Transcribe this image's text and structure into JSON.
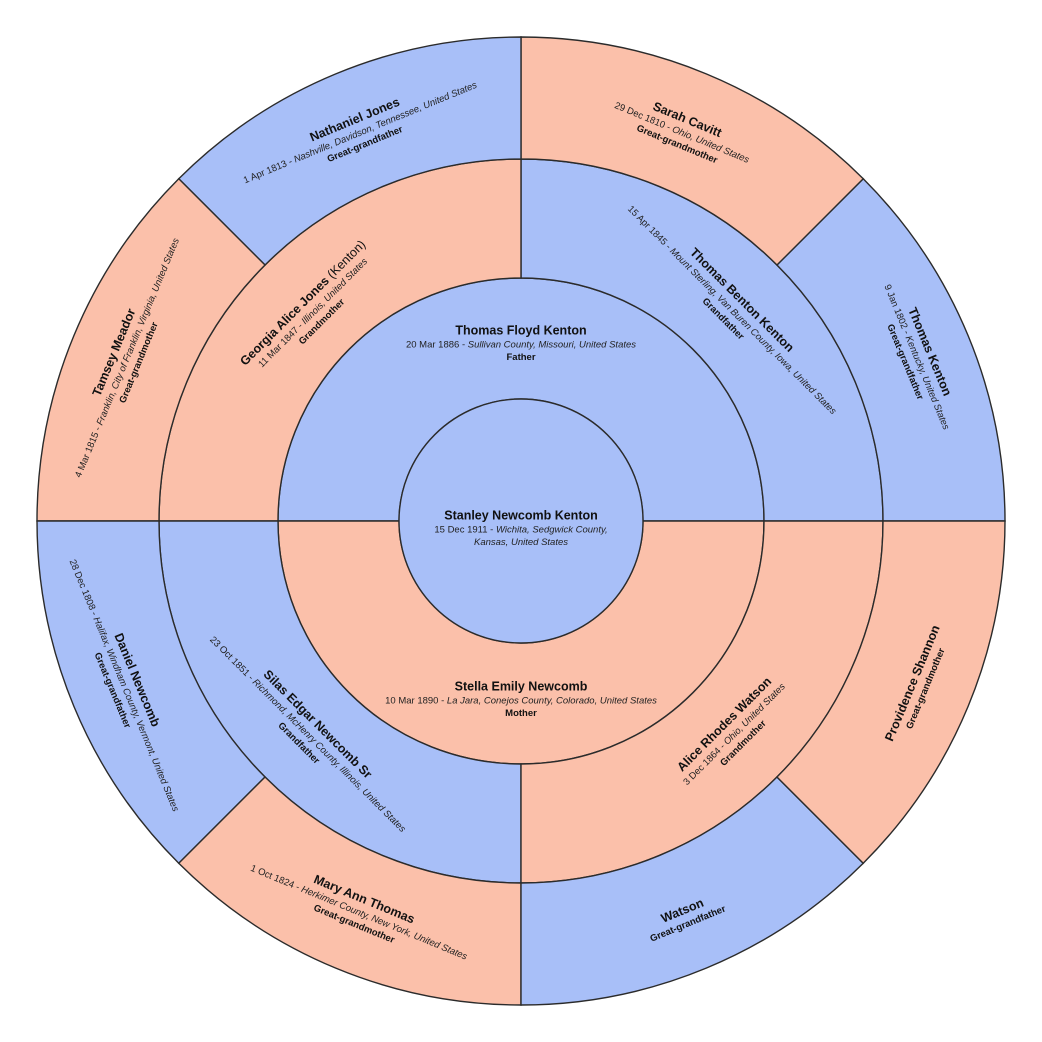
{
  "colors": {
    "male": "#a8bff8",
    "female": "#fbc0aa",
    "stroke": "#2b2b2b"
  },
  "people": [
    {
      "id": "root",
      "sex": "M",
      "name": "Stanley Newcomb Kenton",
      "date": "15 Dec 1911",
      "place": "Wichita, Sedgwick County, Kansas, United States",
      "role": ""
    },
    {
      "id": "father",
      "sex": "M",
      "name": "Thomas Floyd Kenton",
      "date": "20 Mar 1886",
      "place": "Sullivan County, Missouri, United States",
      "role": "Father"
    },
    {
      "id": "mother",
      "sex": "F",
      "name": "Stella Emily Newcomb",
      "date": "10 Mar 1890",
      "place": "La Jara, Conejos County, Colorado, United States",
      "role": "Mother"
    },
    {
      "id": "gf_pat",
      "sex": "M",
      "name": "Thomas Benton Kenton",
      "date": "15 Apr 1845",
      "place": "Mount Sterling, Van Buren County, Iowa, United States",
      "role": "Grandfather"
    },
    {
      "id": "gm_pat",
      "sex": "F",
      "name": "Georgia Alice Jones",
      "married": "(Kenton)",
      "date": "11 Mar 1847",
      "place": "Illinois, United States",
      "role": "Grandmother"
    },
    {
      "id": "gm_mat",
      "sex": "F",
      "name": "Alice Rhodes Watson",
      "date": "3 Dec 1864",
      "place": "Ohio, United States",
      "role": "Grandmother"
    },
    {
      "id": "gf_mat",
      "sex": "M",
      "name": "Silas Edgar Newcomb Sr",
      "date": "23 Oct 1851",
      "place": "Richmond, McHenry County, Illinois, United States",
      "role": "Grandfather"
    },
    {
      "id": "ggf1",
      "sex": "M",
      "name": "Thomas Kenton",
      "date": "9 Jan 1802",
      "place": "Kentucky, United States",
      "role": "Great-grandfather"
    },
    {
      "id": "ggm1",
      "sex": "F",
      "name": "Sarah Cavitt",
      "date": "29 Dec 1810",
      "place": "Ohio, United States",
      "role": "Great-grandmother"
    },
    {
      "id": "ggf2",
      "sex": "M",
      "name": "Nathaniel Jones",
      "date": "1 Apr 1813",
      "place": "Nashville, Davidson, Tennessee, United States",
      "role": "Great-grandfather"
    },
    {
      "id": "ggm2",
      "sex": "F",
      "name": "Tamsey Meador",
      "date": "4 Mar 1815",
      "place": "Franklin, City of Franklin, Virginia, United States",
      "role": "Great-grandmother"
    },
    {
      "id": "ggm3",
      "sex": "F",
      "name": "Providence Shannon",
      "date": "",
      "place": "",
      "role": "Great-grandmother"
    },
    {
      "id": "ggf3",
      "sex": "M",
      "name": "Watson",
      "date": "",
      "place": "",
      "role": "Great-grandfather"
    },
    {
      "id": "ggm4",
      "sex": "F",
      "name": "Mary Ann Thomas",
      "date": "1 Oct 1824",
      "place": "Herkimer County, New York, United States",
      "role": "Great-grandmother"
    },
    {
      "id": "ggf4",
      "sex": "M",
      "name": "Daniel Newcomb",
      "date": "28 Dec 1808",
      "place": "Halifax, Windham County, Vermont, United States",
      "role": "Great-grandfather"
    }
  ]
}
